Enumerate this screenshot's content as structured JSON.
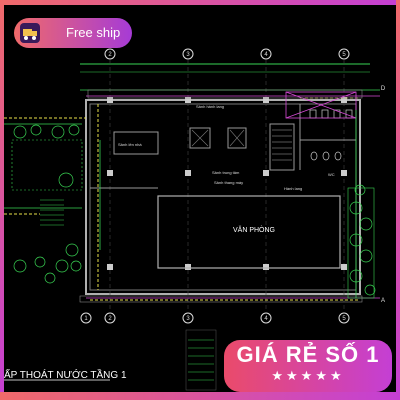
{
  "promo": {
    "free_ship_label": "Free ship"
  },
  "banner": {
    "title": "GIÁ RẺ SỐ 1",
    "stars": "★★★★★"
  },
  "drawing": {
    "title": "ẤP THOÁT NƯỚC TẦNG 1",
    "room_office": "VĂN PHÒNG",
    "room_labels": [
      "Sảnh hành lang",
      "Sảnh lên nhà",
      "Sảnh trung tâm",
      "Sảnh thang máy",
      "Hành lang",
      "WC"
    ],
    "grid_numbers": [
      "1",
      "2",
      "3",
      "4",
      "5"
    ],
    "grid_letters": [
      "D",
      "A"
    ]
  },
  "colors": {
    "accent_start": "#f06a6a",
    "accent_end": "#c43fd4",
    "cad_wall": "#b0b0b0",
    "cad_green": "#39d353",
    "cad_yellow": "#e8e04a",
    "cad_magenta": "#d64ad6"
  }
}
